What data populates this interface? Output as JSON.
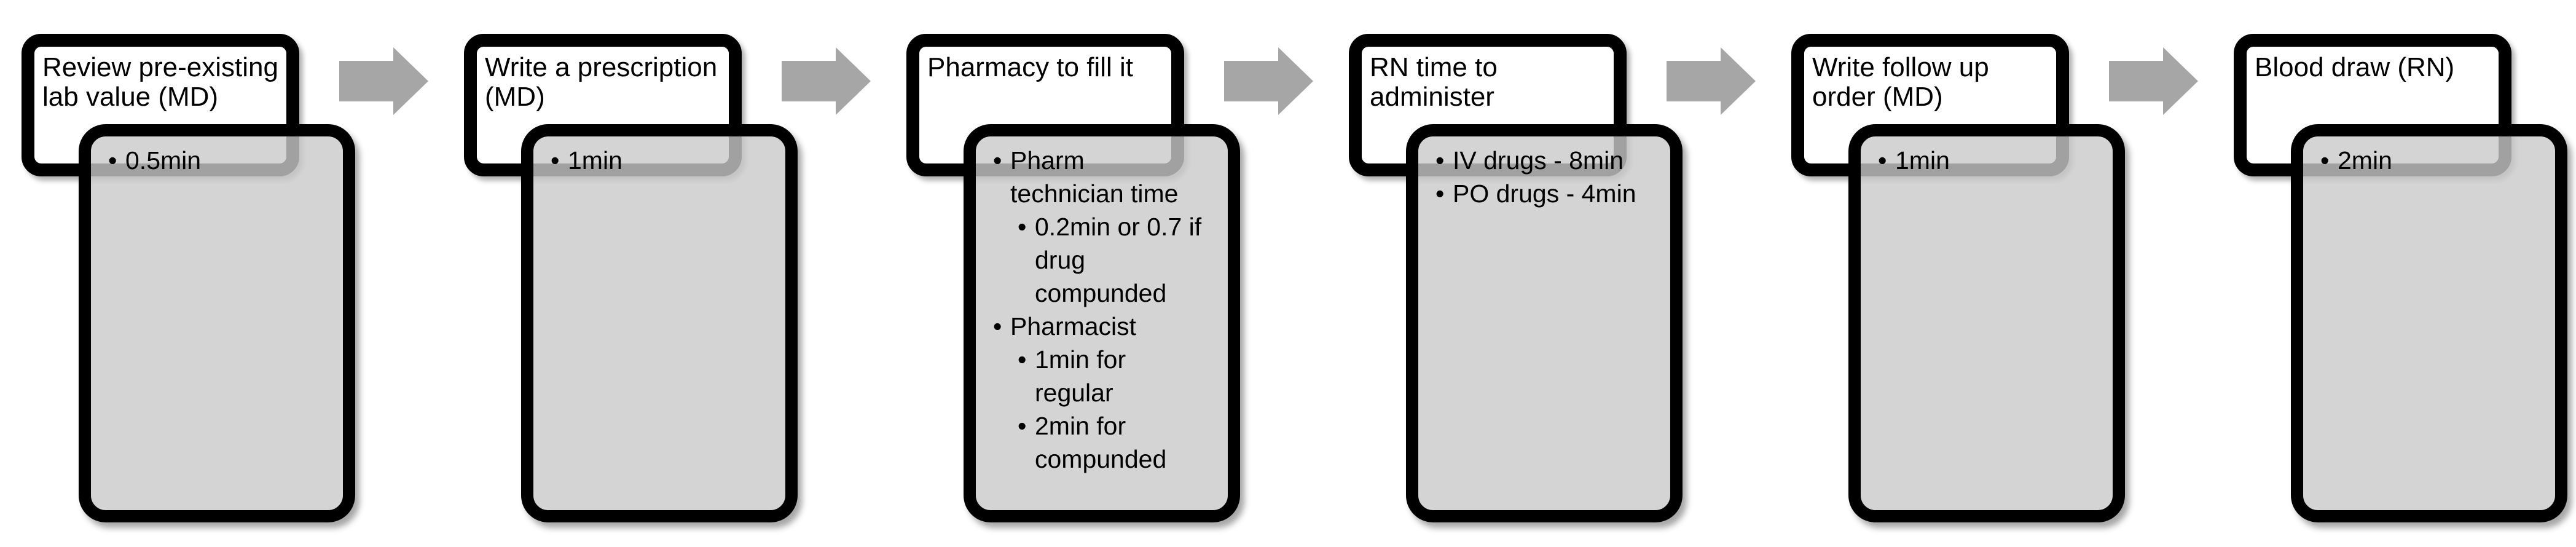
{
  "page": {
    "background": "#ffffff"
  },
  "diagram": {
    "type": "process-flow",
    "direction": "left-to-right",
    "colors": {
      "box_border": "#000000",
      "title_box_fill": "#ffffff",
      "details_box_fill": "#c9c9c9",
      "details_box_opacity": 0.8,
      "arrow": "#a6a6a6",
      "text": "#000000"
    },
    "steps": [
      {
        "title": "Review pre-existing lab value (MD)",
        "details": [
          {
            "text": "0.5min",
            "children": []
          }
        ]
      },
      {
        "title": "Write a prescription (MD)",
        "details": [
          {
            "text": "1min",
            "children": []
          }
        ]
      },
      {
        "title": "Pharmacy to fill it",
        "details": [
          {
            "text": "Pharm technician time",
            "children": [
              {
                "text": "0.2min or 0.7 if drug compunded",
                "children": []
              }
            ]
          },
          {
            "text": "Pharmacist",
            "children": [
              {
                "text": "1min for regular",
                "children": []
              },
              {
                "text": "2min for compunded",
                "children": []
              }
            ]
          }
        ]
      },
      {
        "title": "RN time to administer",
        "details": [
          {
            "text": "IV drugs - 8min",
            "children": []
          },
          {
            "text": "PO drugs - 4min",
            "children": []
          }
        ]
      },
      {
        "title": "Write follow up order (MD)",
        "details": [
          {
            "text": "1min",
            "children": []
          }
        ]
      },
      {
        "title": "Blood draw (RN)",
        "details": [
          {
            "text": "2min",
            "children": []
          }
        ]
      }
    ]
  }
}
